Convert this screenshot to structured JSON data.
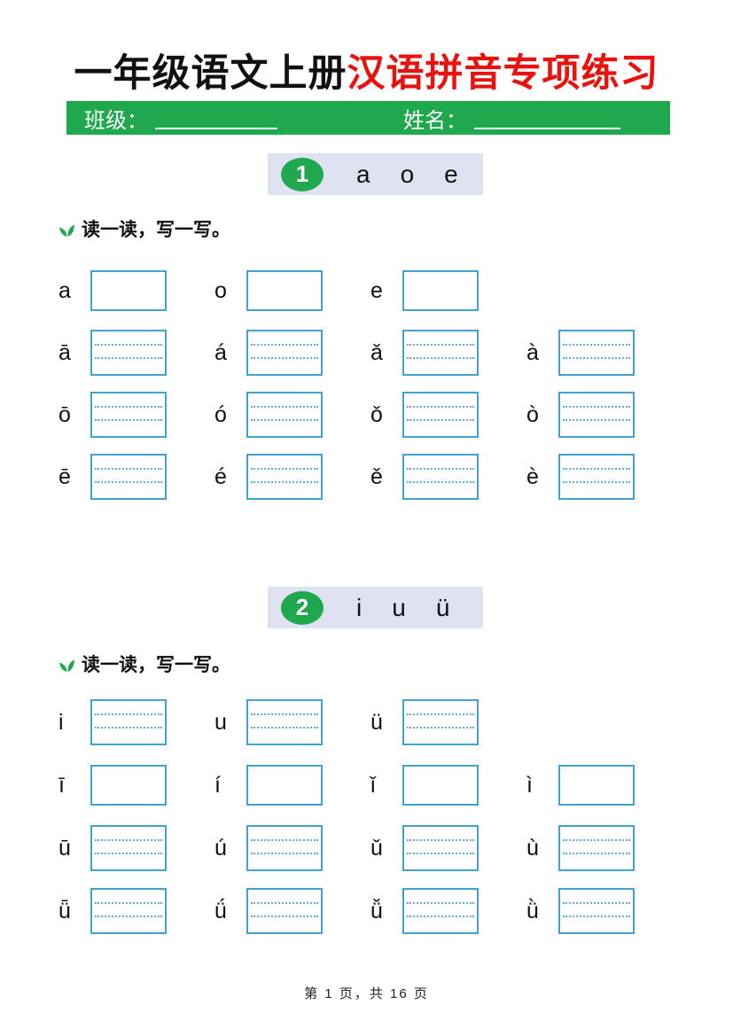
{
  "title": {
    "part_black": "一年级语文上册",
    "part_red": "汉语拼音专项练习"
  },
  "info_bar": {
    "class_label": "班级：",
    "name_label": "姓名："
  },
  "sections": [
    {
      "number": "1",
      "letters": [
        "a",
        "o",
        "e"
      ],
      "instruction": "读一读，写一写。",
      "rows": [
        {
          "style": "plain",
          "items": [
            "a",
            "o",
            "e"
          ]
        },
        {
          "style": "lined",
          "items": [
            "ā",
            "á",
            "ǎ",
            "à"
          ]
        },
        {
          "style": "lined",
          "items": [
            "ō",
            "ó",
            "ǒ",
            "ò"
          ]
        },
        {
          "style": "lined",
          "items": [
            "ē",
            "é",
            "ě",
            "è"
          ]
        }
      ]
    },
    {
      "number": "2",
      "letters": [
        "i",
        "u",
        "ü"
      ],
      "instruction": "读一读，写一写。",
      "rows": [
        {
          "style": "lined",
          "items": [
            "i",
            "u",
            "ü"
          ]
        },
        {
          "style": "plain",
          "items": [
            "ī",
            "í",
            "ǐ",
            "ì"
          ]
        },
        {
          "style": "lined",
          "items": [
            "ū",
            "ú",
            "ǔ",
            "ù"
          ]
        },
        {
          "style": "lined",
          "items": [
            "ǖ",
            "ǘ",
            "ǚ",
            "ǜ"
          ]
        }
      ]
    }
  ],
  "footer": {
    "page_text": "第 1 页，共 16 页"
  },
  "colors": {
    "green": "#1fa84d",
    "title_red": "#e8120f",
    "section_header_bg": "#dfe3f1",
    "box_border": "#43a1cd",
    "dotted_line": "#5fb0d8"
  },
  "icons": {
    "instruction_icon": "leaf-icon"
  }
}
